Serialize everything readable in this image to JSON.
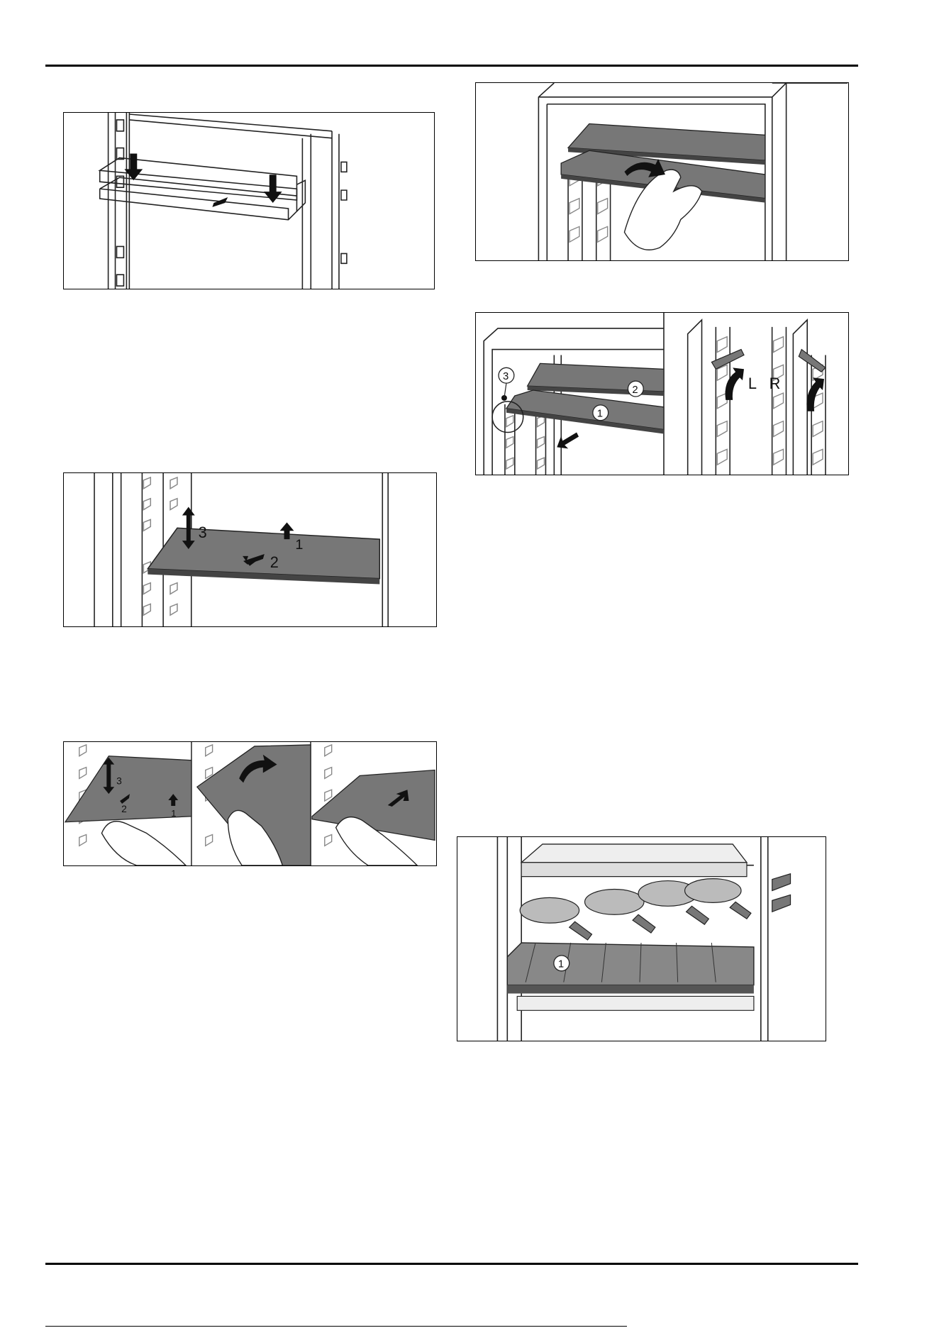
{
  "figures": {
    "fig1": {
      "labels": []
    },
    "fig2": {
      "labels": [
        "3",
        "1",
        "2"
      ]
    },
    "fig3": {
      "labels": [
        "3",
        "2",
        "1"
      ]
    },
    "fig4": {
      "labels": []
    },
    "fig5": {
      "labels": [
        "3",
        "2",
        "1",
        "L",
        "R"
      ]
    },
    "fig6": {
      "labels": [
        "1"
      ]
    }
  },
  "colors": {
    "shelf": "#777777",
    "shelf_dark": "#555555",
    "line": "#222222",
    "arrow": "#111111"
  }
}
